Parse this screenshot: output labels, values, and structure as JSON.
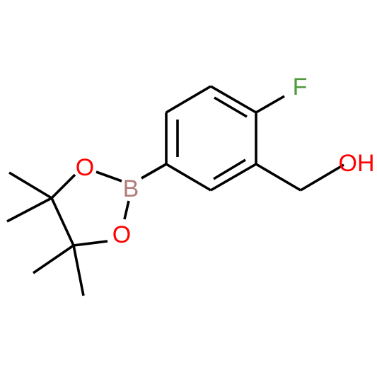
{
  "molecule": {
    "atoms": {
      "fluorine": {
        "label": "F",
        "color": "#4f9a3a"
      },
      "hydroxyl": {
        "label": "OH",
        "color": "#ff0000"
      },
      "boron": {
        "label": "B",
        "color": "#b07d7d"
      },
      "ring_oxygen_top": {
        "label": "O",
        "color": "#ff0000"
      },
      "ring_oxygen_bottom": {
        "label": "O",
        "color": "#ff0000"
      }
    },
    "bond_color": "#000000",
    "background": "#ffffff"
  }
}
